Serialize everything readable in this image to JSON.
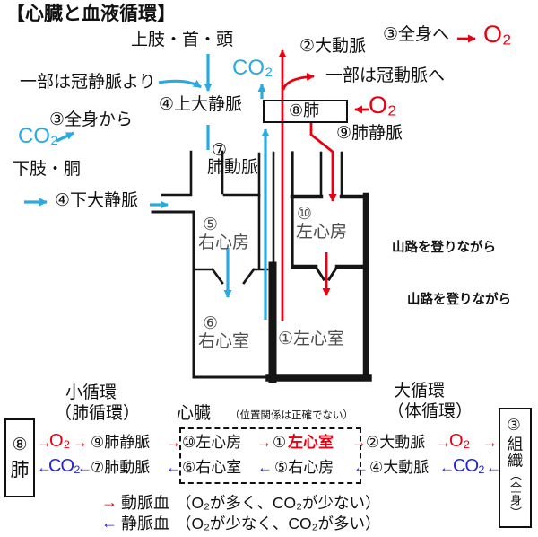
{
  "title": "【心臓と血液循環】",
  "colors": {
    "red": "#e60012",
    "light_blue": "#29abe2",
    "blue": "#2323dd",
    "black": "#111111",
    "gray": "#4d4d4d"
  },
  "top_diagram": {
    "upper_body": "上肢・首・頭",
    "coronary_vein_note": "一部は冠静脈より",
    "from_whole_body": "③全身から",
    "co2_left": "CO₂",
    "lower_body": "下肢・胴",
    "superior_vena_cava": "④上大静脈",
    "inferior_vena_cava": "④下大静脈",
    "aorta": "②大動脈",
    "to_whole_body": "③全身へ",
    "o2_to_body": "O₂",
    "coronary_artery_note": "一部は冠動脈へ",
    "lung_box": "⑧肺",
    "o2_to_lung": "O₂",
    "pulmonary_vein": "⑨肺静脈",
    "co2_from_lung": "CO₂",
    "pulmonary_artery_num": "⑦",
    "pulmonary_artery": "肺動脈",
    "right_atrium_num": "⑤",
    "right_atrium": "右心房",
    "left_atrium_num": "⑩",
    "left_atrium": "左心房",
    "right_ventricle_num": "⑥",
    "right_ventricle": "右心室",
    "left_ventricle": "①左心室",
    "mnemonic_1": "山路を登りながら",
    "mnemonic_2": "山路を登りながら"
  },
  "bottom_diagram": {
    "pulmonary_circulation_title": "小循環",
    "pulmonary_circulation_sub": "（肺循環）",
    "systemic_circulation_title": "大循環",
    "systemic_circulation_sub": "（体循環）",
    "heart_box_title": "心臓",
    "heart_box_note": "（位置関係は正確でない）",
    "lung_box_num": "⑧",
    "lung_box_label": "肺",
    "tissue_box_label": "③組織",
    "tissue_box_sub": "（全身）",
    "arterial_row": {
      "a1": "→",
      "o2_a": "O₂",
      "a2": "→",
      "pulmonary_vein": "⑨肺静脈",
      "a3": "→",
      "left_atrium": "⑩左心房",
      "a4": "→",
      "left_ventricle_num": "①",
      "left_ventricle": "左心室",
      "a5": "→",
      "aorta": "②大動脈",
      "a6": "→",
      "o2_b": "O₂",
      "a7": "→"
    },
    "venous_row": {
      "a1": "←",
      "co2_a": "CO₂",
      "a2": "←",
      "pulmonary_artery": "⑦肺動脈",
      "a3": "←",
      "right_ventricle": "⑥右心室",
      "a4": "←",
      "right_atrium": "⑤右心房",
      "a5": "←",
      "vessel_4": "④大動脈",
      "a6": "←",
      "co2_b": "CO₂",
      "a7": "←"
    },
    "legend_arterial_arrow": "→",
    "legend_arterial_label": "動脈血",
    "legend_arterial_desc": "（O₂が多く、CO₂が少ない）",
    "legend_venous_arrow": "←",
    "legend_venous_label": "静脈血",
    "legend_venous_desc": "（O₂が少なく、CO₂が多い）"
  }
}
